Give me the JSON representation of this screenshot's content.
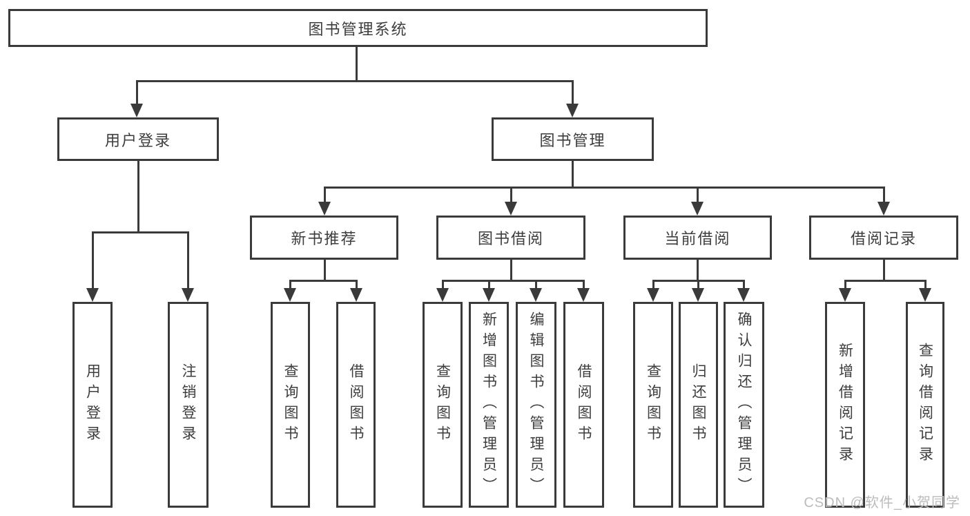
{
  "title": {
    "label": "图书管理系统"
  },
  "level2": {
    "user": "用户登录",
    "book": "图书管理"
  },
  "level3": {
    "new_book": "新书推荐",
    "borrow": "图书借阅",
    "current": "当前借阅",
    "records": "借阅记录"
  },
  "leaves": {
    "user": [
      "用户登录",
      "注销登录"
    ],
    "new_book": [
      "查询图书",
      "借阅图书"
    ],
    "borrow": [
      "查询图书",
      "新增图书（管理员）",
      "编辑图书（管理员）",
      "借阅图书"
    ],
    "current": [
      "查询图书",
      "归还图书",
      "确认归还（管理员）"
    ],
    "records": [
      "新增借阅记录",
      "查询借阅记录"
    ]
  },
  "watermark": "CSDN @软件_小贺同学",
  "colors": {
    "line": "#3a3a3a",
    "text": "#3d3d3d",
    "watermark": "#bcbcbc",
    "background": "#ffffff"
  }
}
